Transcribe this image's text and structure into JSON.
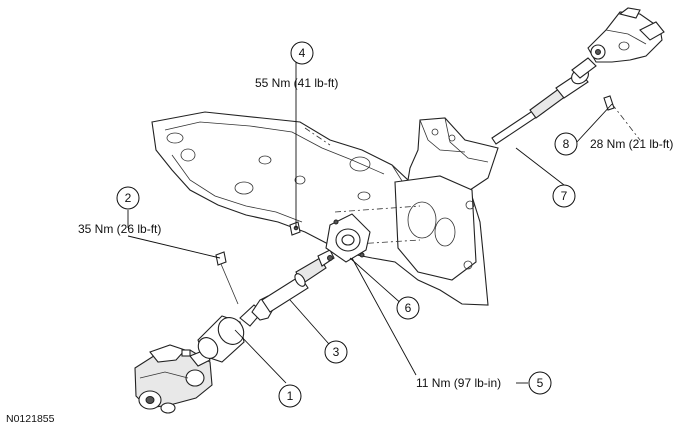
{
  "figure_id": "N0121855",
  "callouts": [
    {
      "number": "1"
    },
    {
      "number": "2",
      "torque": "35 Nm (26 lb-ft)"
    },
    {
      "number": "3"
    },
    {
      "number": "4",
      "torque": "55 Nm (41 lb-ft)"
    },
    {
      "number": "5",
      "torque": "11 Nm (97 lb-in)"
    },
    {
      "number": "6"
    },
    {
      "number": "7"
    },
    {
      "number": "8",
      "torque": "28 Nm (21 lb-ft)"
    }
  ]
}
